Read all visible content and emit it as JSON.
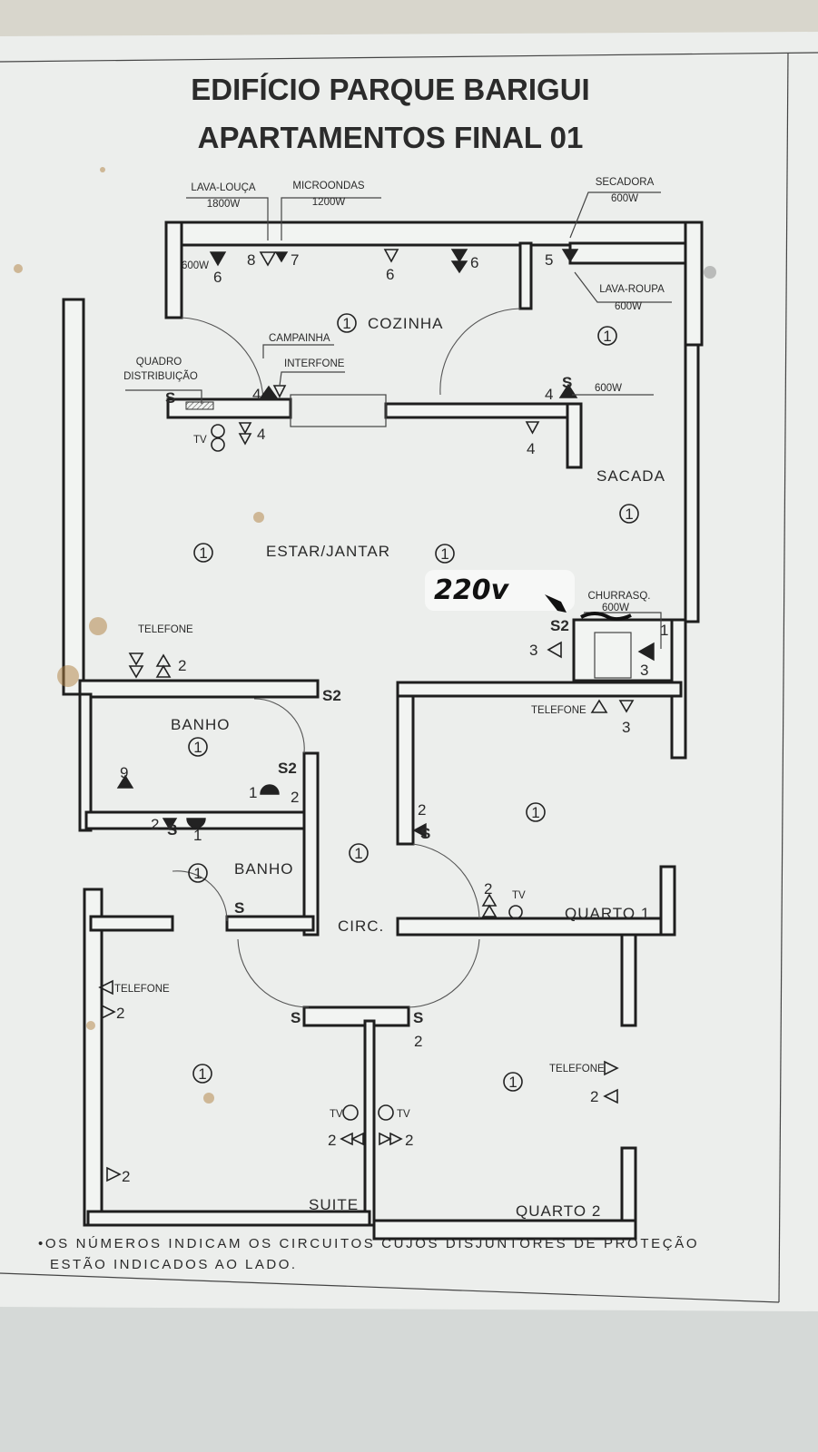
{
  "title": {
    "line1": "EDIFÍCIO PARQUE BARIGUI",
    "line2": "APARTAMENTOS FINAL 01"
  },
  "handwritten_note": "220v",
  "rooms": {
    "cozinha": "COZINHA",
    "sacada": "SACADA",
    "estar_jantar": "ESTAR/JANTAR",
    "banho_1": "BANHO",
    "banho_2": "BANHO",
    "circ": "CIRC.",
    "quarto_1": "QUARTO 1",
    "quarto_2": "QUARTO 2",
    "suite": "SUITE"
  },
  "appliances": [
    {
      "name": "LAVA-LOUÇA",
      "power": "1800W"
    },
    {
      "name": "MICROONDAS",
      "power": "1200W"
    },
    {
      "name": "SECADORA",
      "power": "600W"
    },
    {
      "name": "LAVA-ROUPA",
      "power": "600W"
    },
    {
      "name": "CHURRASQ.",
      "power": "600W"
    }
  ],
  "labels": {
    "campainha": "CAMPAINHA",
    "interfone": "INTERFONE",
    "quadro_line1": "QUADRO",
    "quadro_line2": "DISTRIBUIÇÃO",
    "telefone": "TELEFONE",
    "tv": "TV",
    "power_600w": "600W",
    "switch": "S",
    "switch_2": "S2"
  },
  "room_circuit": "1",
  "circuits": [
    "6",
    "8",
    "7",
    "6",
    "6",
    "5",
    "4",
    "4",
    "4",
    "4",
    "2",
    "3",
    "1",
    "3",
    "3",
    "9",
    "1",
    "2",
    "2",
    "1",
    "2",
    "2",
    "2",
    "2",
    "2",
    "2",
    "2",
    "2"
  ],
  "footnote": {
    "line1": "•OS NÚMEROS INDICAM OS CIRCUITOS CUJOS DISJUNTORES DE PROTEÇÃO",
    "line2": "ESTÃO INDICADOS AO LADO."
  }
}
